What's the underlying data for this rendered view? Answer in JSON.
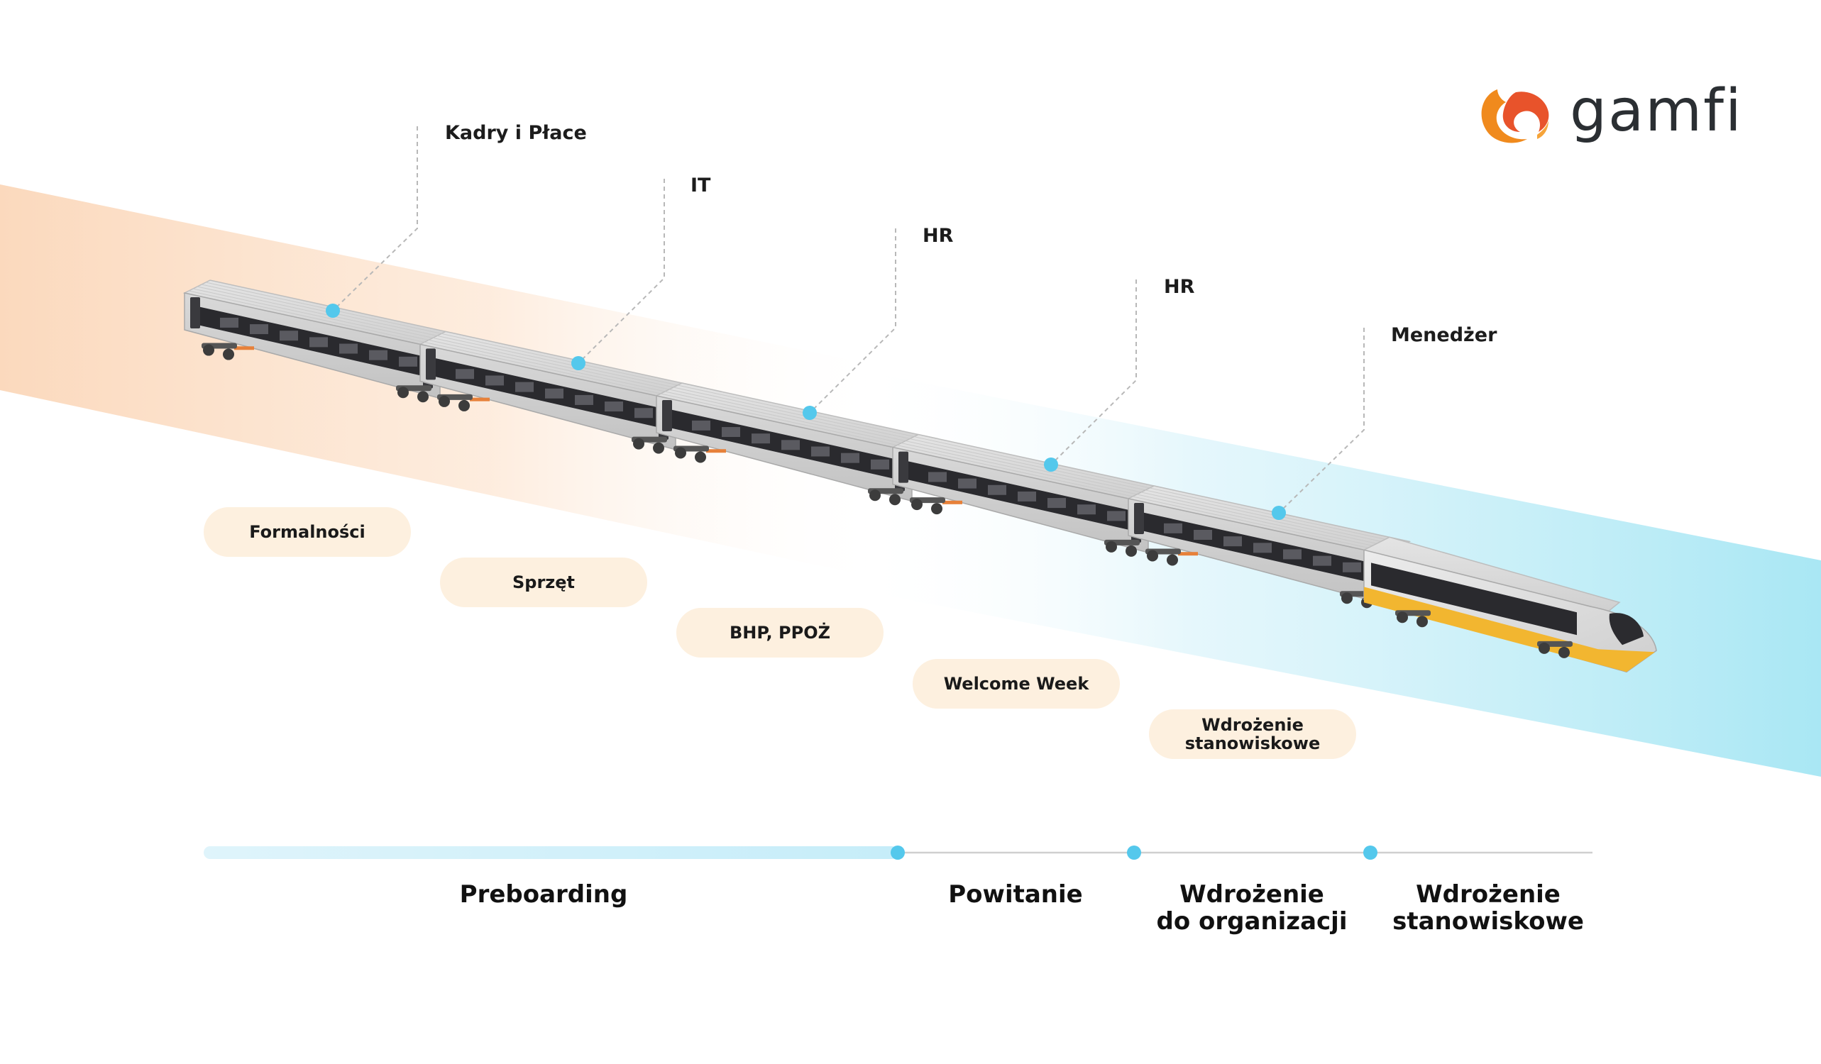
{
  "brand": {
    "name": "gamfi",
    "icon": "flame-logo-icon",
    "colors": {
      "orange": "#f08a1d",
      "red": "#e8532b"
    }
  },
  "colors": {
    "accent": "#54c8ec",
    "pill_bg": "#fdf0df",
    "warm_band": "#fbd9bd",
    "cool_band": "#a9e7f4"
  },
  "departments": [
    {
      "label": "Kadry i Płace"
    },
    {
      "label": "IT"
    },
    {
      "label": "HR"
    },
    {
      "label": "HR"
    },
    {
      "label": "Menedżer"
    }
  ],
  "tasks": [
    {
      "label": "Formalności"
    },
    {
      "label": "Sprzęt"
    },
    {
      "label": "BHP, PPOŻ"
    },
    {
      "label": "Welcome Week"
    },
    {
      "label": "Wdrożenie stanowiskowe"
    }
  ],
  "phases": [
    {
      "label": "Preboarding"
    },
    {
      "label": "Powitanie"
    },
    {
      "label": "Wdrożenie\ndo organizacji"
    },
    {
      "label": "Wdrożenie\nstanowiskowe"
    }
  ]
}
